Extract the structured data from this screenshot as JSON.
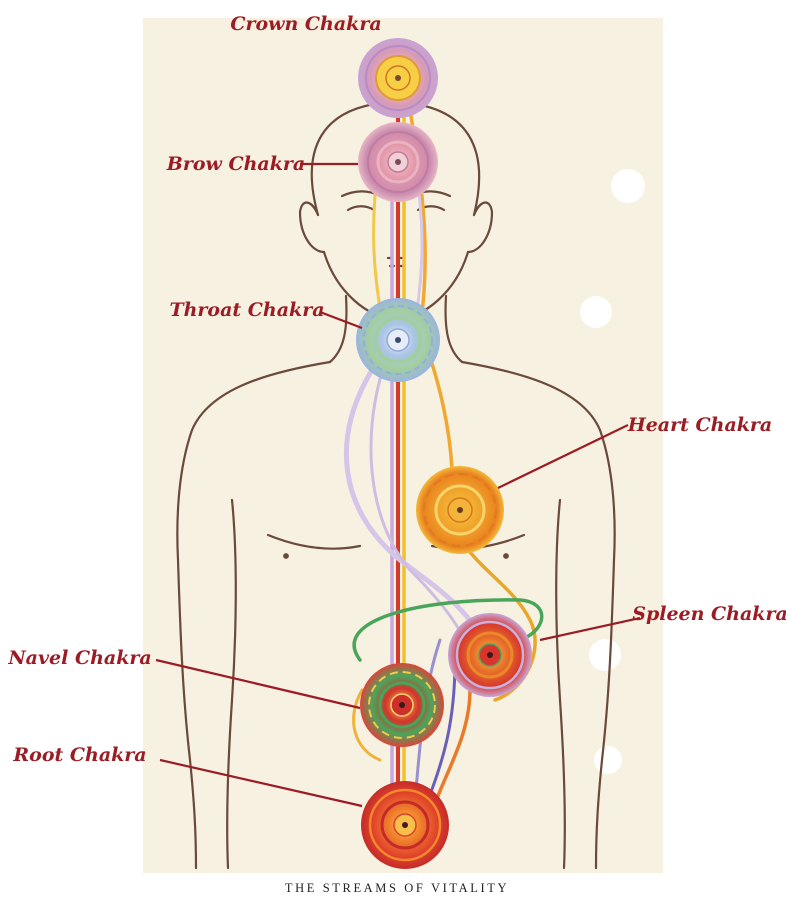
{
  "caption": "THE STREAMS OF VITALITY",
  "chakras": {
    "crown": {
      "label": "Crown Chakra",
      "colors": [
        "#e89aa8",
        "#f2c94c",
        "#c9b3e6"
      ]
    },
    "brow": {
      "label": "Brow Chakra",
      "colors": [
        "#e59aa6",
        "#c97fa6",
        "#f3d3d8"
      ]
    },
    "throat": {
      "label": "Throat Chakra",
      "colors": [
        "#a9c6e8",
        "#9fcf9a",
        "#cfd8ef"
      ]
    },
    "heart": {
      "label": "Heart Chakra",
      "colors": [
        "#f0b22e",
        "#e77d1f",
        "#f6d36b"
      ]
    },
    "spleen": {
      "label": "Spleen Chakra",
      "colors": [
        "#d9342b",
        "#e98a2a",
        "#c9b0e0"
      ]
    },
    "navel": {
      "label": "Navel Chakra",
      "colors": [
        "#cf2f2a",
        "#49a35a",
        "#f2c94c"
      ]
    },
    "root": {
      "label": "Root Chakra",
      "colors": [
        "#e0402a",
        "#f08a2a",
        "#c42a2a"
      ]
    }
  },
  "colors": {
    "label_red": "#9b1c24",
    "body_outline": "#6b4a3c",
    "page_bg": "#f7f1e1"
  }
}
